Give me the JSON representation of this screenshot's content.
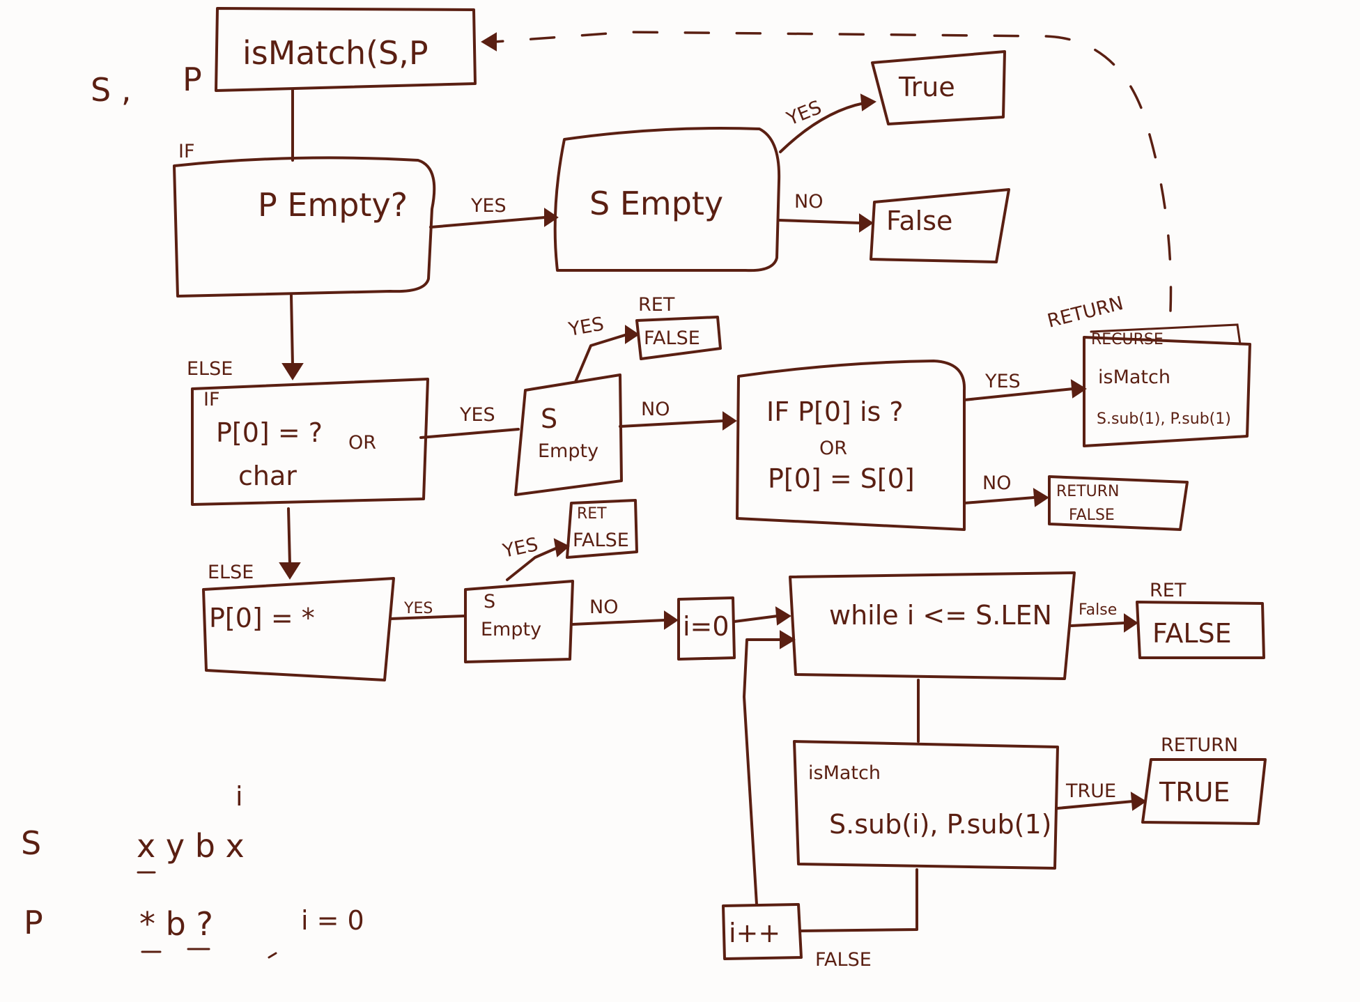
{
  "margin": {
    "s": "S ,",
    "p": "P"
  },
  "nodes": {
    "ismatch_top": "isMatch(S,P",
    "p_empty": "P Empty?",
    "s_empty_top": "S Empty",
    "true_top": "True",
    "false_top": "False",
    "else1": "ELSE",
    "if1": "IF",
    "if_line1": "P[0] = ?",
    "if_or": "OR",
    "if_char": "char",
    "s_empty_mid_1": "S",
    "s_empty_mid_2": "Empty",
    "ret_false_mid_ret": "RET",
    "ret_false_mid_val": "FALSE",
    "cond_line1": "IF P[0] is ?",
    "cond_or": "OR",
    "cond_line3": "P[0] = S[0]",
    "return_recurse_label": "RETURN",
    "recurse_header": "RECURSE",
    "recurse_call": "isMatch",
    "recurse_args": "S.sub(1), P.sub(1)",
    "return_false_1": "RETURN",
    "return_false_2": "FALSE",
    "else2": "ELSE",
    "star_check": "P[0] = *",
    "s_empty_low_1": "S",
    "s_empty_low_2": "Empty",
    "ret_false_low_ret": "RET",
    "ret_false_low_val": "FALSE",
    "i_init": "i=0",
    "while_loop": "while i <= S.LEN",
    "ret_false_end_ret": "RET",
    "ret_false_end_val": "FALSE",
    "inner_call": "isMatch",
    "inner_args": "S.sub(i), P.sub(1)",
    "return_true_label": "RETURN",
    "return_true_val": "TRUE",
    "i_inc": "i++"
  },
  "edge_labels": {
    "yes": "YES",
    "no": "NO",
    "if_top": "IF",
    "false_loop": "False",
    "true_loop": "TRUE",
    "false_exit": "FALSE"
  },
  "example": {
    "s_label": "S",
    "s_value": "x y b x",
    "i_marker": "i",
    "p_label": "P",
    "p_value": "* b ?",
    "i_value": "i = 0"
  },
  "colors": {
    "ink": "#5a1f12",
    "board": "#fdfcfb"
  }
}
